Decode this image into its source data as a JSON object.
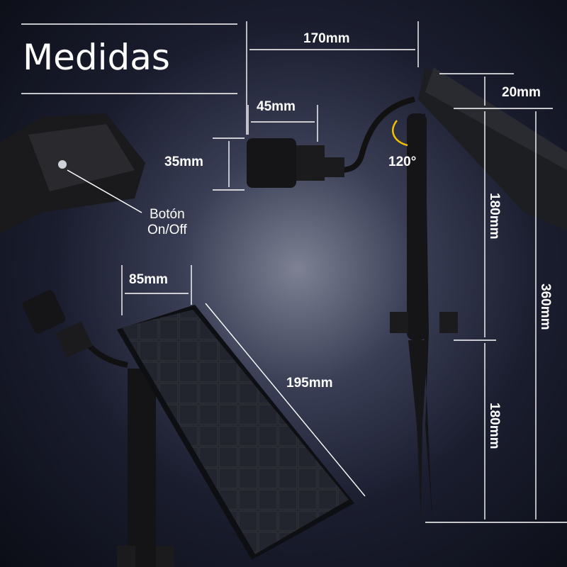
{
  "title": "Medidas",
  "dimensions": {
    "top_width": "170mm",
    "lamp_length": "45mm",
    "lamp_diameter": "35mm",
    "panel_thickness": "20mm",
    "angle": "120°",
    "upper_stake": "180mm",
    "lower_stake": "180mm",
    "total_height": "360mm",
    "panel_width": "85mm",
    "panel_length": "195mm"
  },
  "button_label": {
    "line1": "Botón",
    "line2": "On/Off"
  },
  "colors": {
    "arrow": "#f2c200",
    "line": "#ffffff"
  }
}
